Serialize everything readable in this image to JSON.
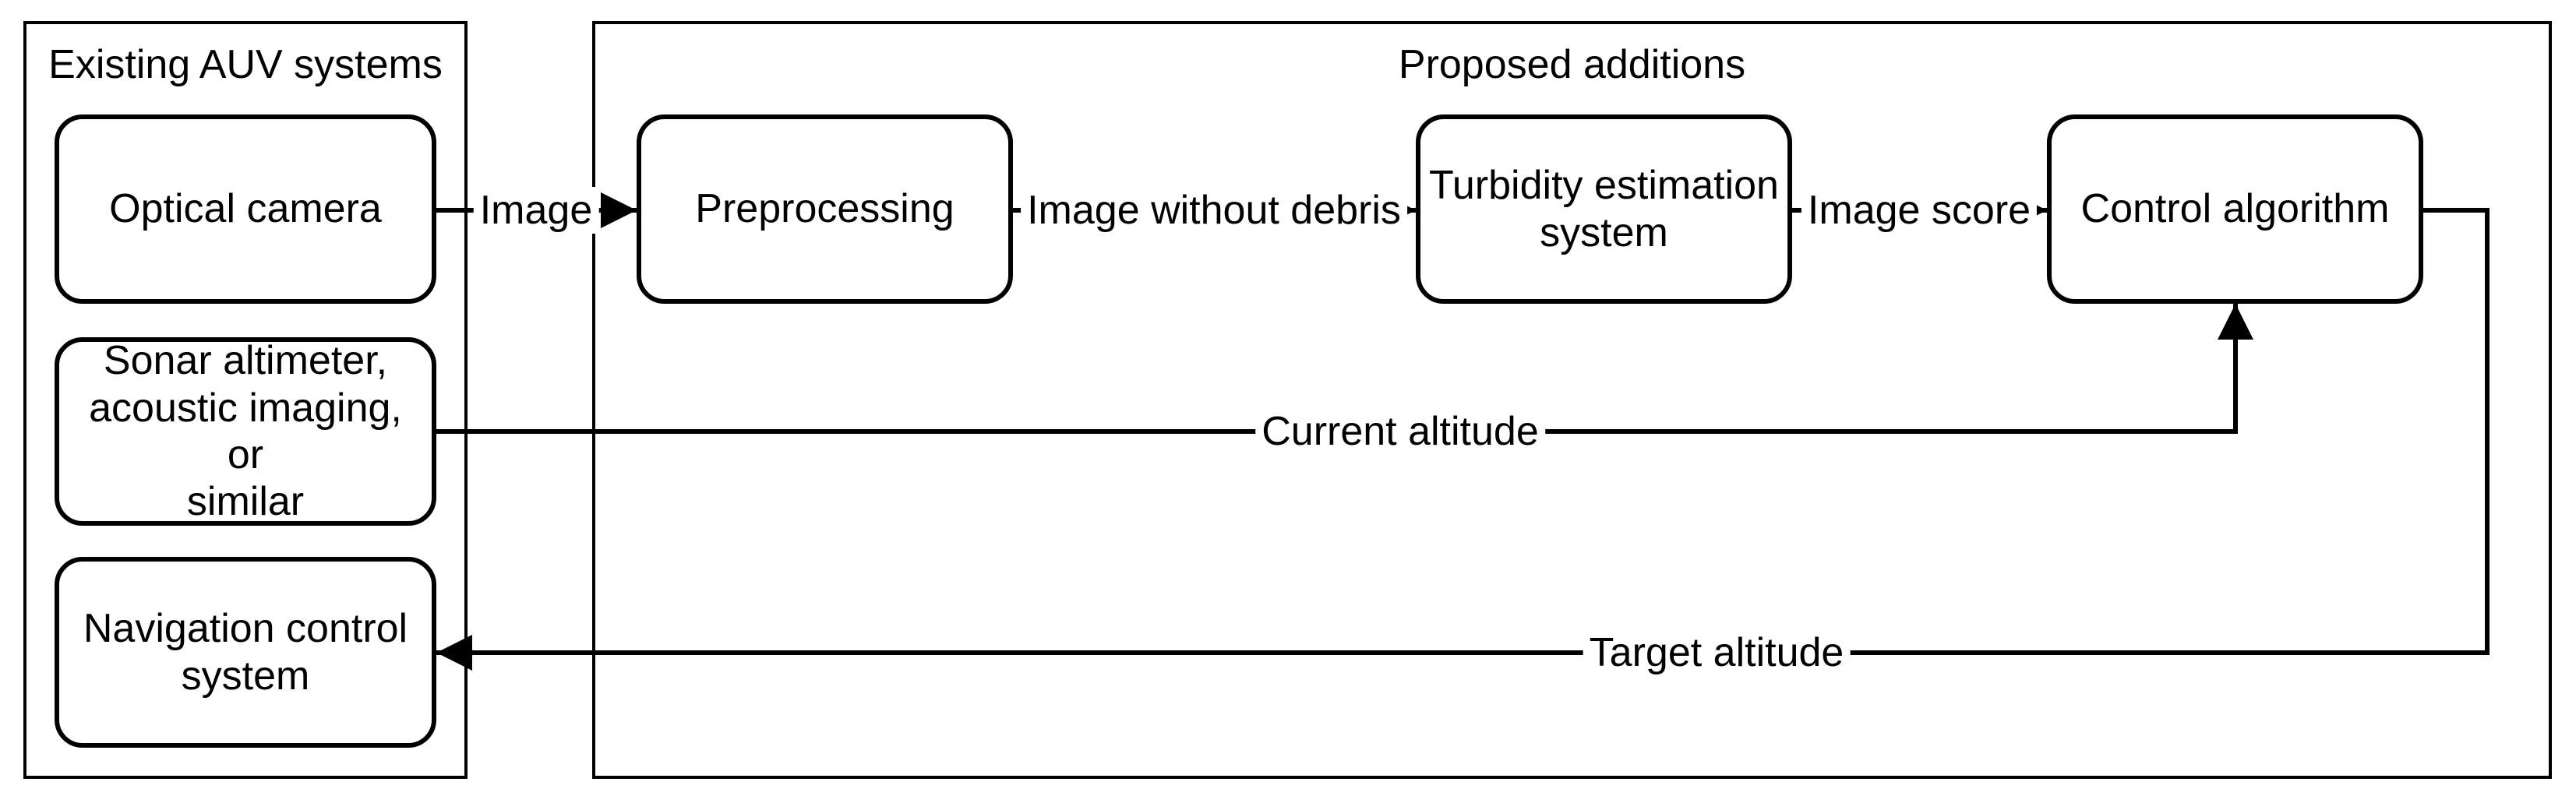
{
  "canvas": {
    "background": "#ffffff",
    "stroke": "#000000"
  },
  "groups": {
    "existing": {
      "title": "Existing AUV systems"
    },
    "proposed": {
      "title": "Proposed additions"
    }
  },
  "nodes": {
    "optical_camera": {
      "label": "Optical camera"
    },
    "sonar": {
      "label": "Sonar altimeter,\nacoustic imaging, or\nsimilar"
    },
    "navigation": {
      "label": "Navigation control\nsystem"
    },
    "preprocessing": {
      "label": "Preprocessing"
    },
    "turbidity": {
      "label": "Turbidity estimation\nsystem"
    },
    "control": {
      "label": "Control algorithm"
    }
  },
  "edges": {
    "image": {
      "label": "Image"
    },
    "image_without_debris": {
      "label": "Image without debris"
    },
    "image_score": {
      "label": "Image score"
    },
    "current_altitude": {
      "label": "Current altitude"
    },
    "target_altitude": {
      "label": "Target altitude"
    }
  }
}
